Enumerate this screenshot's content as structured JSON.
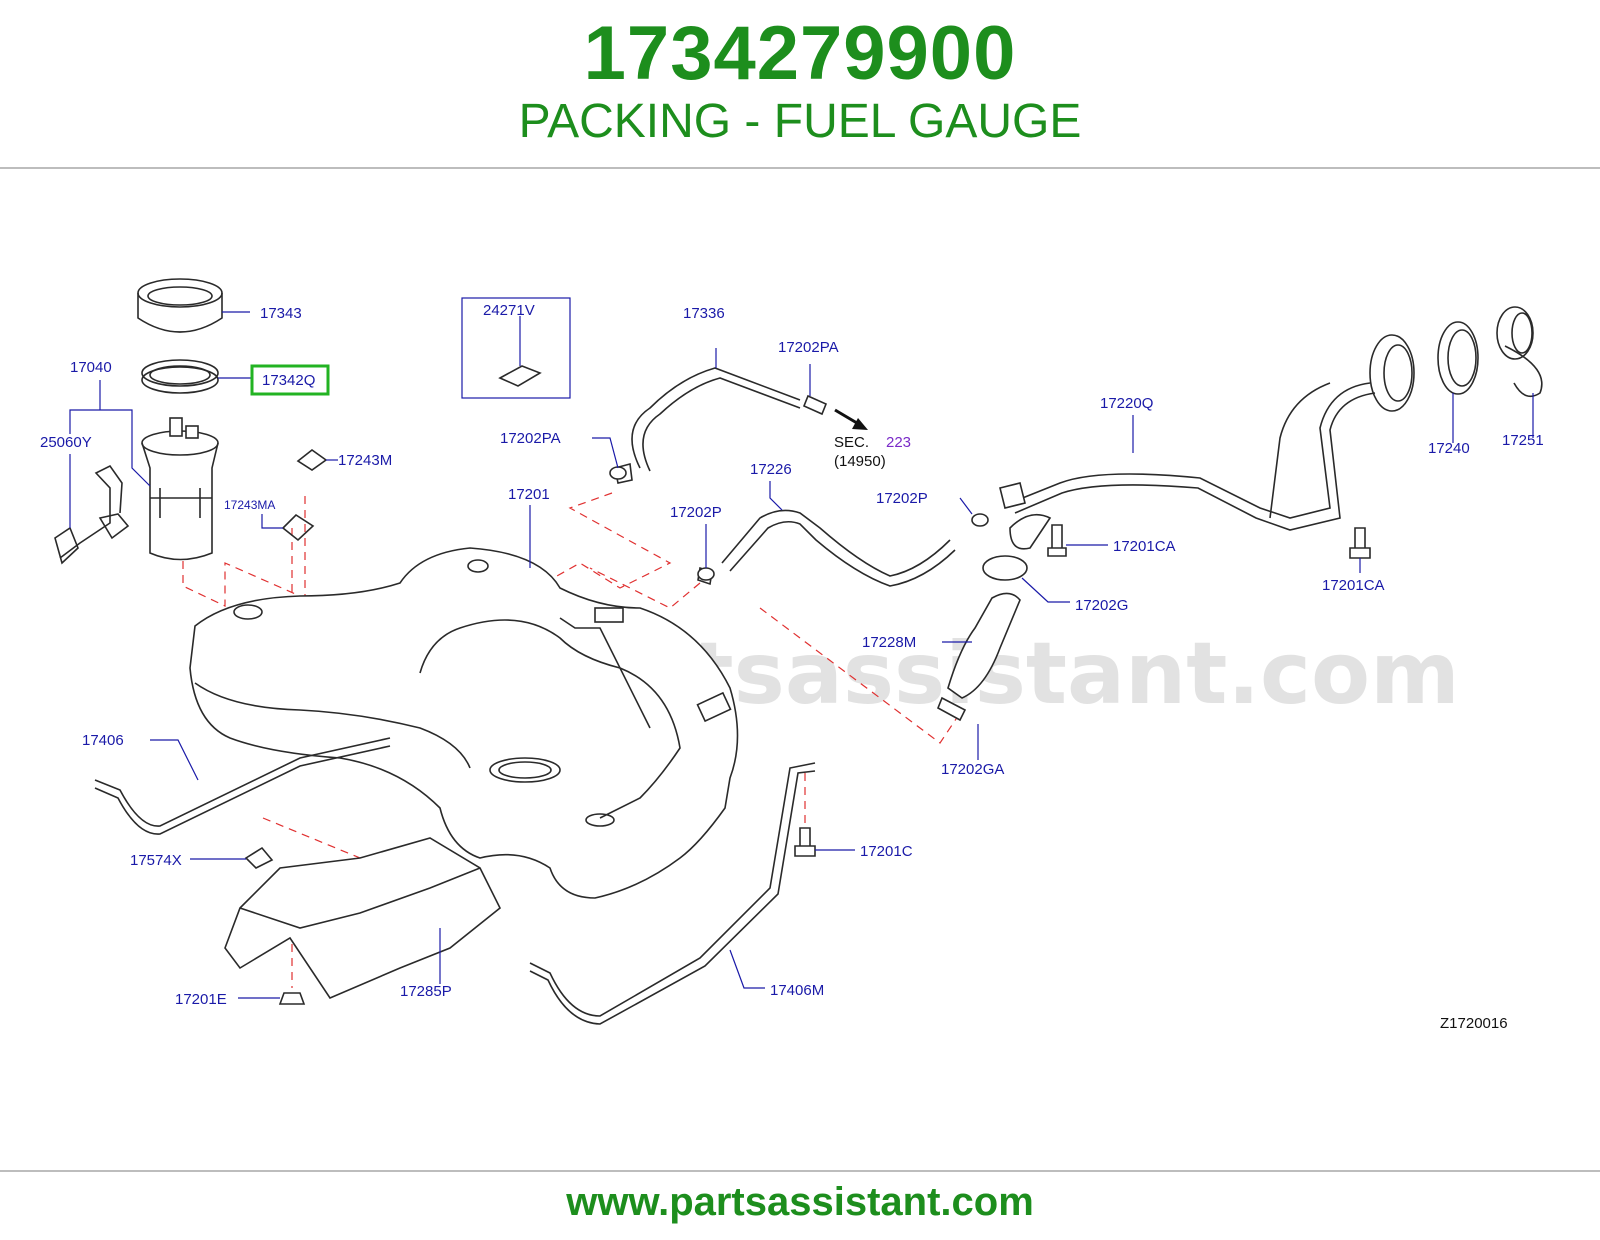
{
  "header": {
    "part_number": "1734279900",
    "part_name": "PACKING - FUEL GAUGE"
  },
  "diagram": {
    "watermark": "www.partsassistant.com",
    "drawing_code": "Z1720016",
    "highlighted_part": "17342Q",
    "highlight_color": "#22b322",
    "section_ref": {
      "sec": "SEC.",
      "number": "223",
      "sub": "(14950)"
    },
    "labels": {
      "l17343": "17343",
      "l17342Q": "17342Q",
      "l17040": "17040",
      "l25060Y": "25060Y",
      "l24271V": "24271V",
      "l17243M": "17243M",
      "l17243MA": "17243MA",
      "l17336": "17336",
      "l17202PA_a": "17202PA",
      "l17202PA_b": "17202PA",
      "l17201": "17201",
      "l17226": "17226",
      "l17202P_a": "17202P",
      "l17202P_b": "17202P",
      "l17220Q": "17220Q",
      "l17240": "17240",
      "l17251": "17251",
      "l17201CA_a": "17201CA",
      "l17201CA_b": "17201CA",
      "l17202G": "17202G",
      "l17228M": "17228M",
      "l17202GA": "17202GA",
      "l17406": "17406",
      "l17574X": "17574X",
      "l17201C": "17201C",
      "l17201E": "17201E",
      "l17285P": "17285P",
      "l17406M": "17406M"
    }
  },
  "footer": {
    "url": "www.partsassistant.com"
  }
}
